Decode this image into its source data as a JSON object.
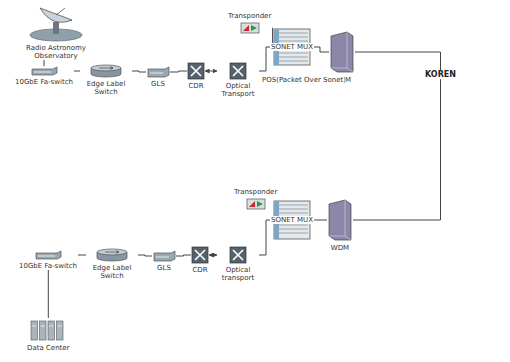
{
  "diagram": {
    "nodes": [
      {
        "text": [
          "Radio Astronomy Observatory"
        ]
      },
      {
        "text": [
          "10GbE Fa-switch"
        ]
      },
      {
        "text": [
          "Edge Label Switch"
        ]
      },
      {
        "text": [
          "GLS"
        ]
      },
      {
        "text": [
          "CDR"
        ]
      },
      {
        "text": [
          "Optical Transport"
        ]
      },
      {
        "text": [
          "Transponder"
        ]
      },
      {
        "text": [
          "SONET MUX"
        ]
      },
      {
        "text": [
          "WDM"
        ]
      },
      {
        "text": [
          "KOREN"
        ]
      },
      {
        "text": [
          "Transponder"
        ]
      },
      {
        "text": [
          "SONET MUX"
        ]
      },
      {
        "text": [
          "WDM"
        ]
      },
      {
        "text": [
          "Optical transport"
        ]
      },
      {
        "text": [
          "CDR"
        ]
      },
      {
        "text": [
          "GLS"
        ]
      },
      {
        "text": [
          "Edge Label Switch"
        ]
      },
      {
        "text": [
          "10GbE Fa-switch"
        ]
      },
      {
        "text": [
          "Data Center"
        ]
      }
    ],
    "edges": [
      {
        "from": 0,
        "to": 1,
        "arrow": "none"
      },
      {
        "from": 1,
        "to": 2,
        "arrow": "none"
      },
      {
        "from": 2,
        "to": 3,
        "arrow": "none"
      },
      {
        "from": 3,
        "to": 4,
        "arrow": "none"
      },
      {
        "from": 4,
        "to": 5,
        "arrow": "both"
      },
      {
        "from": 5,
        "to": 7,
        "arrow": "none"
      },
      {
        "from": 6,
        "to": 7,
        "arrow": "none"
      },
      {
        "from": 7,
        "to": 8,
        "arrow": "none"
      },
      {
        "from": 8,
        "to": 9,
        "arrow": "none"
      },
      {
        "from": 9,
        "to": 12,
        "arrow": "none"
      },
      {
        "from": 12,
        "to": 11,
        "arrow": "none"
      },
      {
        "from": 10,
        "to": 11,
        "arrow": "none"
      },
      {
        "from": 11,
        "to": 13,
        "arrow": "none"
      },
      {
        "from": 13,
        "to": 14,
        "arrow": "both"
      },
      {
        "from": 14,
        "to": 15,
        "arrow": "none"
      },
      {
        "from": 15,
        "to": 16,
        "arrow": "none"
      },
      {
        "from": 16,
        "to": 17,
        "arrow": "none"
      },
      {
        "from": 17,
        "to": 18,
        "arrow": "none"
      }
    ],
    "labels": [
      "POS(Packet Over Sonet)"
    ]
  }
}
